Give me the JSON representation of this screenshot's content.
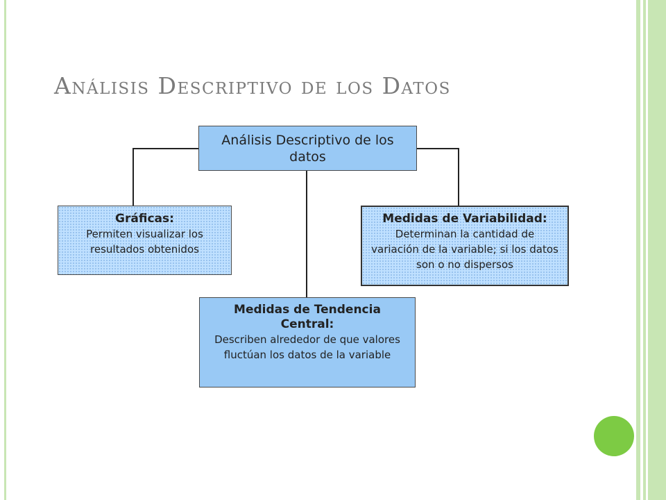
{
  "title": "Análisis Descriptivo de los Datos",
  "diagram": {
    "root": {
      "label": "Análisis Descriptivo de los datos"
    },
    "nodes": [
      {
        "id": "graficas",
        "heading": "Gráficas:",
        "body": "Permiten visualizar los resultados obtenidos"
      },
      {
        "id": "tendencia",
        "heading": "Medidas de Tendencia Central:",
        "body": "Describen alrededor de que valores fluctúan los datos de la variable"
      },
      {
        "id": "variabilidad",
        "heading": "Medidas de Variabilidad:",
        "body": "Determinan la cantidad de variación de la variable; si los datos son o no dispersos"
      }
    ]
  },
  "colors": {
    "box_fill": "#99c9f5",
    "title_text": "#7b7b7b",
    "frame_green": "#c8e6b4",
    "dot_green": "#7dcb44"
  }
}
